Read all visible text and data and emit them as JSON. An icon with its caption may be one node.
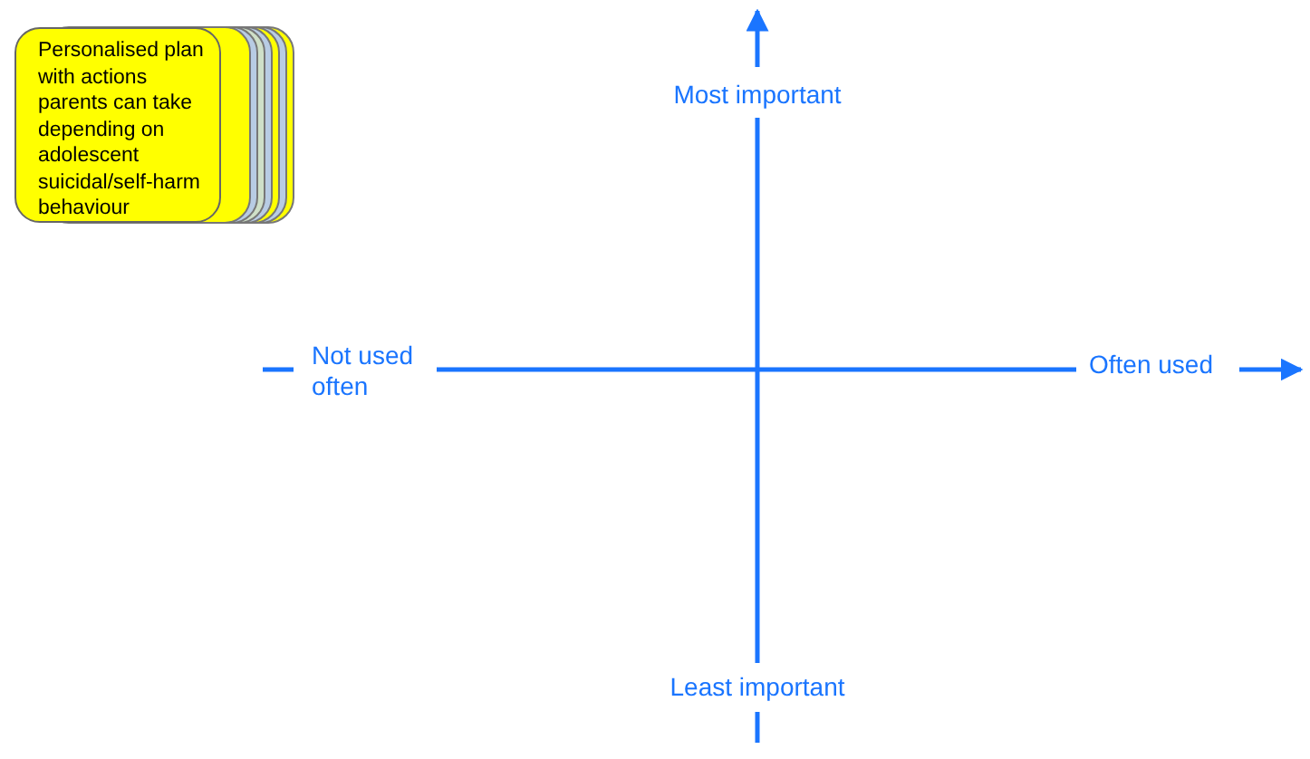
{
  "diagram": {
    "nodes": [
      {
        "text": [
          "Personalised plan with actions parents can take depending on adolescent suicidal/self-harm behaviour"
        ]
      }
    ],
    "labels": [
      "Most important",
      "Not used often",
      "Often used",
      "Least important"
    ]
  }
}
